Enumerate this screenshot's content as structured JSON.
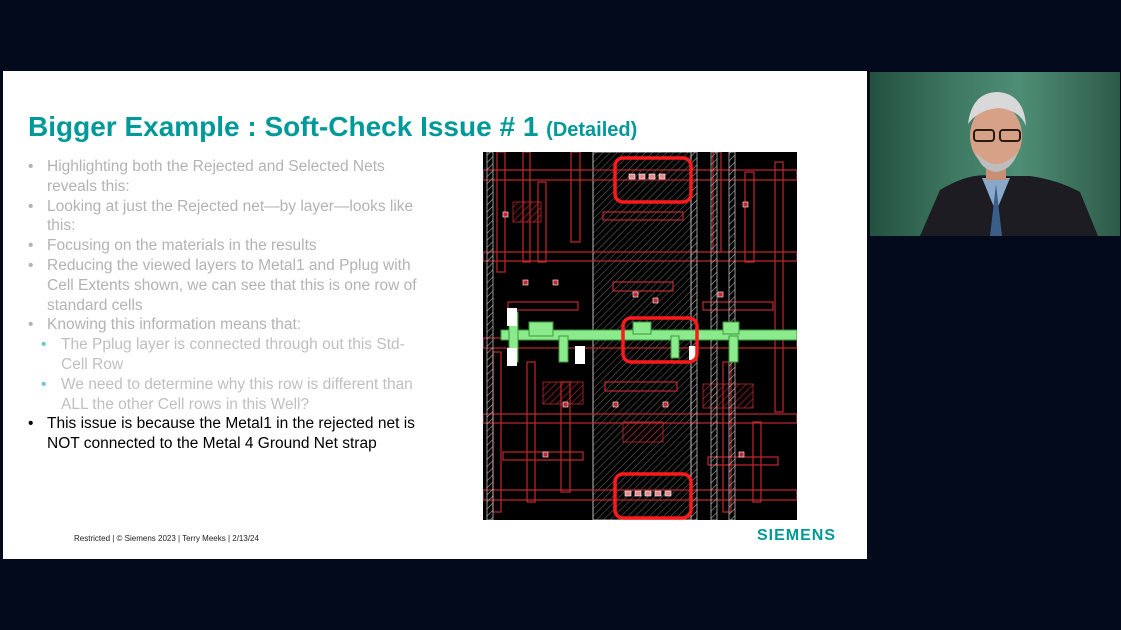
{
  "slide": {
    "title_main": "Bigger Example : Soft-Check Issue # 1",
    "title_sub": "(Detailed)",
    "bullets": [
      {
        "level": 1,
        "state": "dim",
        "text": "Highlighting both the Rejected and Selected Nets reveals this:"
      },
      {
        "level": 1,
        "state": "dim",
        "text": "Looking at just the Rejected net—by layer—looks like this:"
      },
      {
        "level": 1,
        "state": "dim",
        "text": "Focusing on the materials in the results"
      },
      {
        "level": 1,
        "state": "dim",
        "text": "Reducing the viewed layers to Metal1 and Pplug with Cell Extents shown, we can see that this is one row of standard cells"
      },
      {
        "level": 1,
        "state": "dim",
        "text": "Knowing this information means that:"
      },
      {
        "level": 2,
        "state": "dim",
        "text": "The Pplug layer is connected through out this Std-Cell Row"
      },
      {
        "level": 2,
        "state": "dim",
        "text": "We need to determine why this row is different than ALL the other Cell rows in this Well?"
      },
      {
        "level": 1,
        "state": "active",
        "text": "This issue is because the Metal1 in the rejected net is NOT connected to the Metal 4 Ground Net strap"
      }
    ],
    "footer": "Restricted | © Siemens 2023 | Terry Meeks | 2/13/24",
    "logo": "SIEMENS"
  },
  "colors": {
    "title": "#009999",
    "metal": "#c0282e",
    "highlight_net": "#8bea8b",
    "callout": "#ff1a1a",
    "frame": "#020a1c"
  }
}
